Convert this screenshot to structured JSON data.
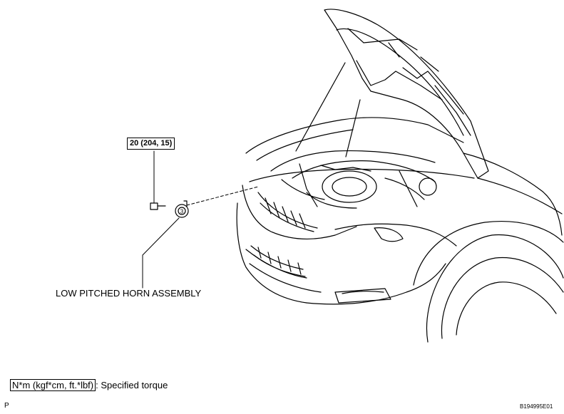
{
  "torque_callout": "20 (204, 15)",
  "part_label": "LOW PITCHED HORN ASSEMBLY",
  "horn_marker": "3",
  "legend": {
    "unit_box": "N*m (kgf*cm, ft.*lbf)",
    "description": ": Specified torque"
  },
  "corner_mark": "P",
  "figure_code": "B194995E01"
}
